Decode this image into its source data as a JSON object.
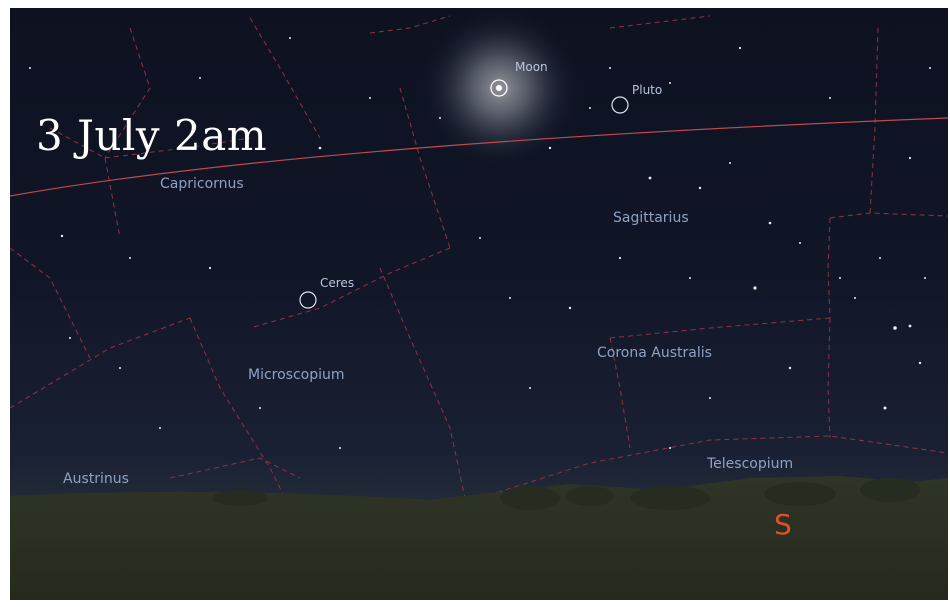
{
  "overlay": {
    "date_caption": "3 July 2am",
    "cardinal": "S"
  },
  "constellations": {
    "capricornus": "Capricornus",
    "sagittarius": "Sagittarius",
    "microscopium": "Microscopium",
    "corona_australis": "Corona Australis",
    "telescopium": "Telescopium",
    "piscis_austrinus": "Austrinus"
  },
  "bodies": {
    "moon": "Moon",
    "pluto": "Pluto",
    "ceres": "Ceres"
  },
  "colors": {
    "ecliptic": "#c04a52",
    "boundaries": "#8a3540",
    "cardinal": "#e0502a",
    "label": "#8fa2c4"
  }
}
